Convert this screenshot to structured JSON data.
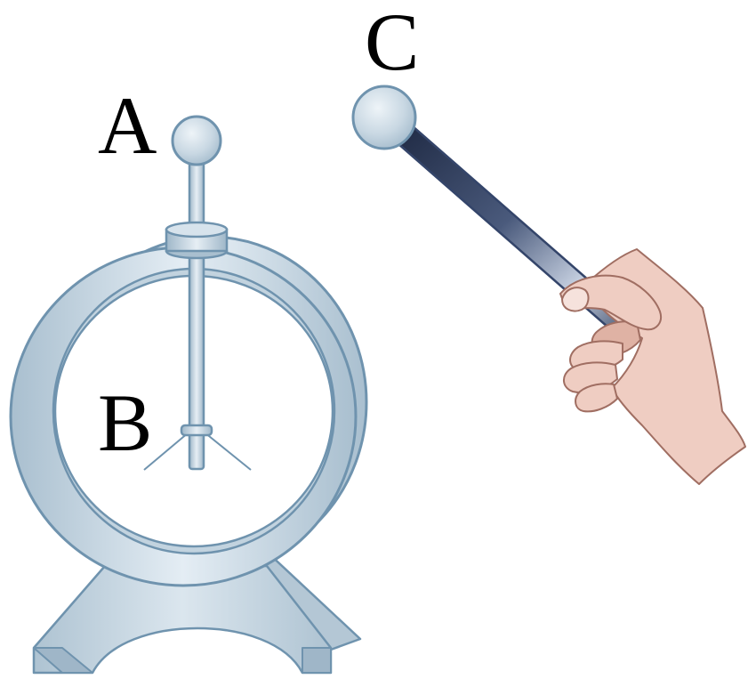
{
  "labels": {
    "a": "A",
    "b": "B",
    "c": "C"
  },
  "colors": {
    "metal_fill": "#c6d6e2",
    "metal_light": "#e4edf4",
    "metal_dark": "#a9bfcf",
    "metal_stroke": "#6f93ae",
    "rod_dark": "#2f3d5c",
    "rod_light": "#c9d3e3",
    "skin": "#efcdc2",
    "skin_shadow": "#dfb2a4",
    "skin_stroke": "#a06e62",
    "label_color": "#000000"
  }
}
